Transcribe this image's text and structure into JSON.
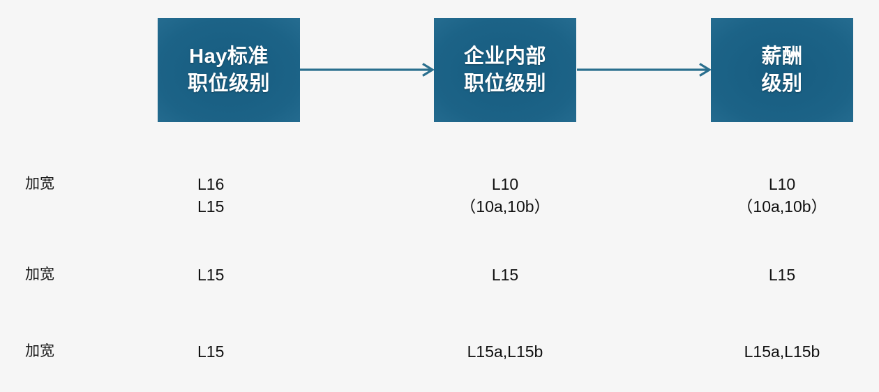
{
  "page": {
    "background_color": "#f6f6f6",
    "box_color": "#1c6387",
    "arrow_color": "#2a6f8e",
    "text_color": "#111111"
  },
  "flow": {
    "boxes": [
      {
        "line1": "Hay标准",
        "line2": "职位级别"
      },
      {
        "line1": "企业内部",
        "line2": "职位级别"
      },
      {
        "line1": "薪酬",
        "line2": "级别"
      }
    ],
    "arrows": [
      {
        "name": "arrow-box1-to-box2"
      },
      {
        "name": "arrow-box2-to-box3"
      }
    ]
  },
  "matrix": {
    "rows": [
      {
        "label": "加宽",
        "col1": {
          "line1": "L16",
          "line2": "L15"
        },
        "col2": {
          "line1": "L10",
          "line2": "（10a,10b）"
        },
        "col3": {
          "line1": "L10",
          "line2": "（10a,10b）"
        }
      },
      {
        "label": "加宽",
        "col1": {
          "line1": "L15",
          "line2": ""
        },
        "col2": {
          "line1": "L15",
          "line2": ""
        },
        "col3": {
          "line1": "L15",
          "line2": ""
        }
      },
      {
        "label": "加宽",
        "col1": {
          "line1": "L15",
          "line2": ""
        },
        "col2": {
          "line1": "L15a,L15b",
          "line2": ""
        },
        "col3": {
          "line1": "L15a,L15b",
          "line2": ""
        }
      }
    ]
  }
}
